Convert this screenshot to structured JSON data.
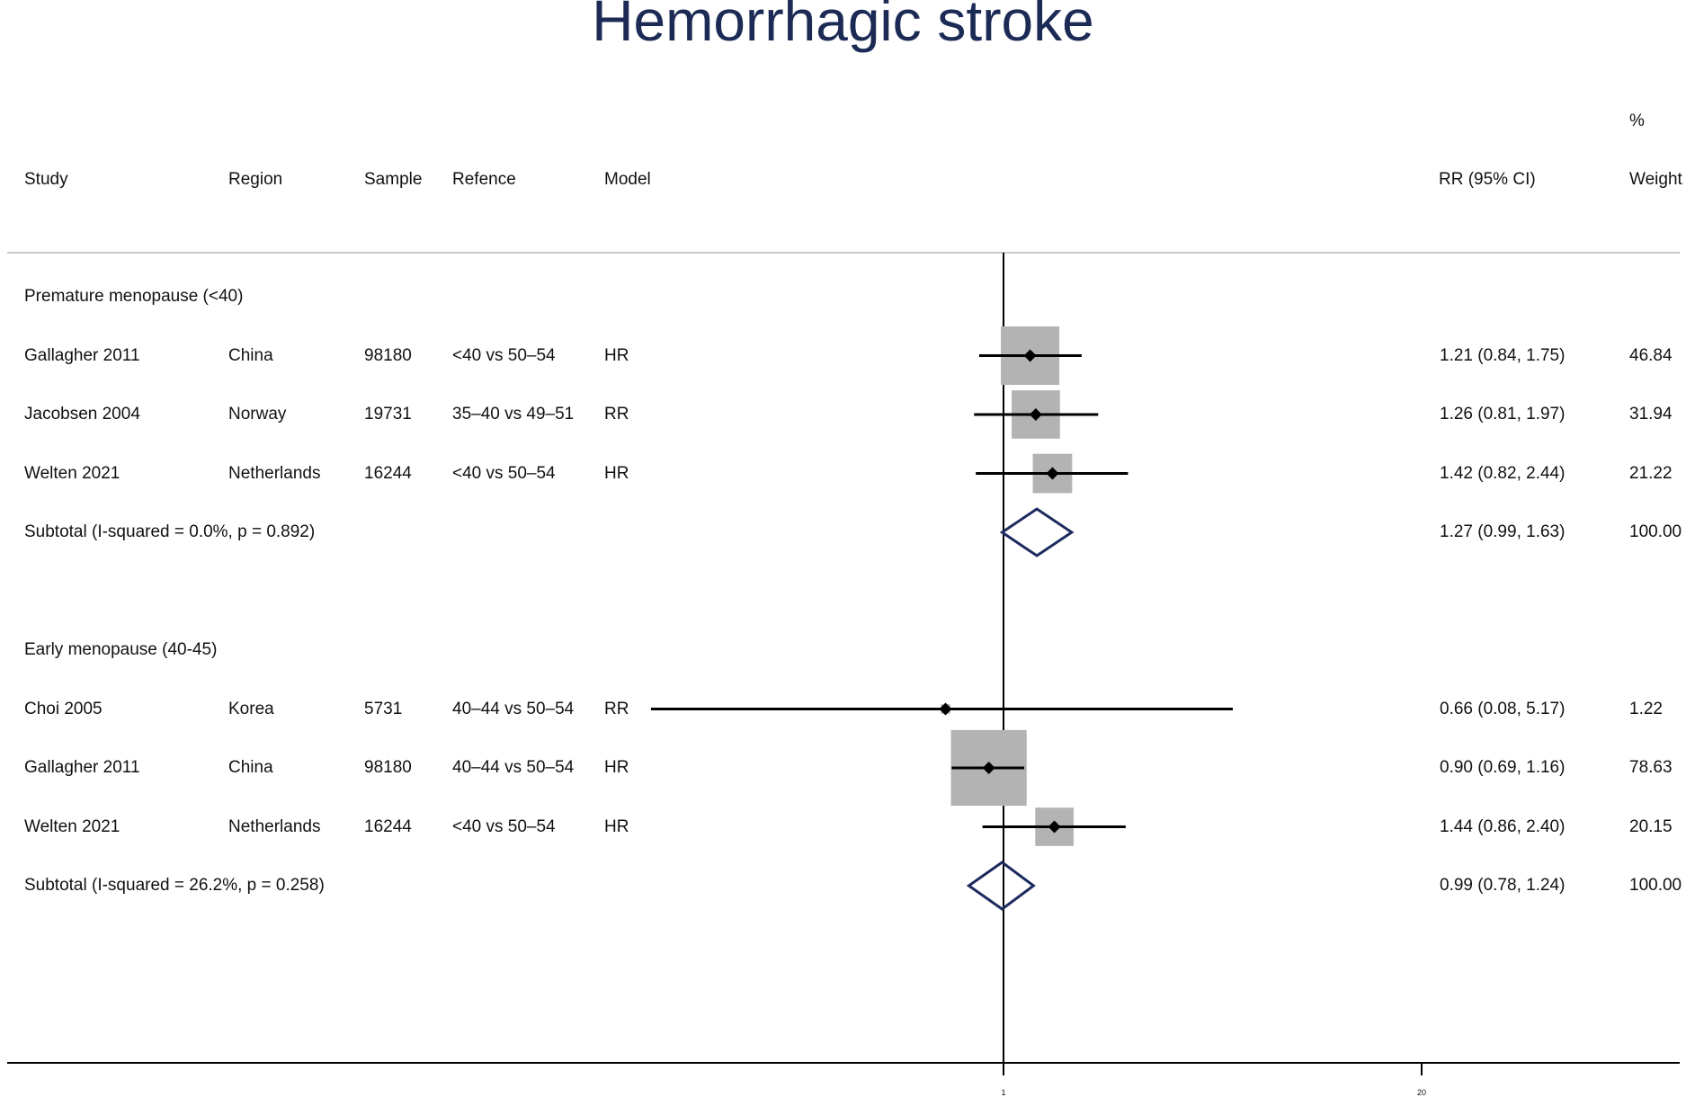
{
  "chart_data": {
    "type": "forest",
    "title": "Hemorrhagic stroke",
    "columns": {
      "study": "Study",
      "region": "Region",
      "sample": "Sample",
      "reference": "Refence",
      "model": "Model",
      "rr": "RR (95% CI)",
      "weight_top": "%",
      "weight": "Weight"
    },
    "groups": [
      {
        "label": "Premature menopause (<40)",
        "studies": [
          {
            "study": "Gallagher 2011",
            "region": "China",
            "sample": "98180",
            "reference": "<40 vs 50–54",
            "model": "HR",
            "rr": 1.21,
            "lo": 0.84,
            "hi": 1.75,
            "ci_text": "1.21 (0.84, 1.75)",
            "weight": 46.84,
            "weight_text": "46.84"
          },
          {
            "study": "Jacobsen 2004",
            "region": "Norway",
            "sample": "19731",
            "reference": "35–40 vs 49–51",
            "model": "RR",
            "rr": 1.26,
            "lo": 0.81,
            "hi": 1.97,
            "ci_text": "1.26 (0.81, 1.97)",
            "weight": 31.94,
            "weight_text": "31.94"
          },
          {
            "study": "Welten 2021",
            "region": "Netherlands",
            "sample": "16244",
            "reference": "<40 vs 50–54",
            "model": "HR",
            "rr": 1.42,
            "lo": 0.82,
            "hi": 2.44,
            "ci_text": "1.42 (0.82, 2.44)",
            "weight": 21.22,
            "weight_text": "21.22"
          }
        ],
        "subtotal": {
          "label": "Subtotal  (I-squared = 0.0%, p = 0.892)",
          "rr": 1.27,
          "lo": 0.99,
          "hi": 1.63,
          "ci_text": "1.27 (0.99, 1.63)",
          "weight_text": "100.00"
        }
      },
      {
        "label": "Early menopause (40-45)",
        "studies": [
          {
            "study": "Choi 2005",
            "region": "Korea",
            "sample": "5731",
            "reference": "40–44 vs 50–54",
            "model": "RR",
            "rr": 0.66,
            "lo": 0.08,
            "hi": 5.17,
            "ci_text": "0.66 (0.08, 5.17)",
            "weight": 1.22,
            "weight_text": "1.22"
          },
          {
            "study": "Gallagher 2011",
            "region": "China",
            "sample": "98180",
            "reference": "40–44 vs 50–54",
            "model": "HR",
            "rr": 0.9,
            "lo": 0.69,
            "hi": 1.16,
            "ci_text": "0.90 (0.69, 1.16)",
            "weight": 78.63,
            "weight_text": "78.63"
          },
          {
            "study": "Welten 2021",
            "region": "Netherlands",
            "sample": "16244",
            "reference": "<40 vs 50–54",
            "model": "HR",
            "rr": 1.44,
            "lo": 0.86,
            "hi": 2.4,
            "ci_text": "1.44 (0.86, 2.40)",
            "weight": 20.15,
            "weight_text": "20.15"
          }
        ],
        "subtotal": {
          "label": "Subtotal  (I-squared = 26.2%, p = 0.258)",
          "rr": 0.99,
          "lo": 0.78,
          "hi": 1.24,
          "ci_text": "0.99 (0.78, 1.24)",
          "weight_text": "100.00"
        }
      }
    ],
    "x_axis": {
      "scale": "log",
      "null_value": 1,
      "ticks": [
        1,
        20
      ],
      "tick_labels": [
        "1",
        "20"
      ]
    },
    "colors": {
      "box": "#b3b3b3",
      "diamond": "#1c2b5f",
      "title": "#1c2b55",
      "line": "#000000"
    }
  }
}
